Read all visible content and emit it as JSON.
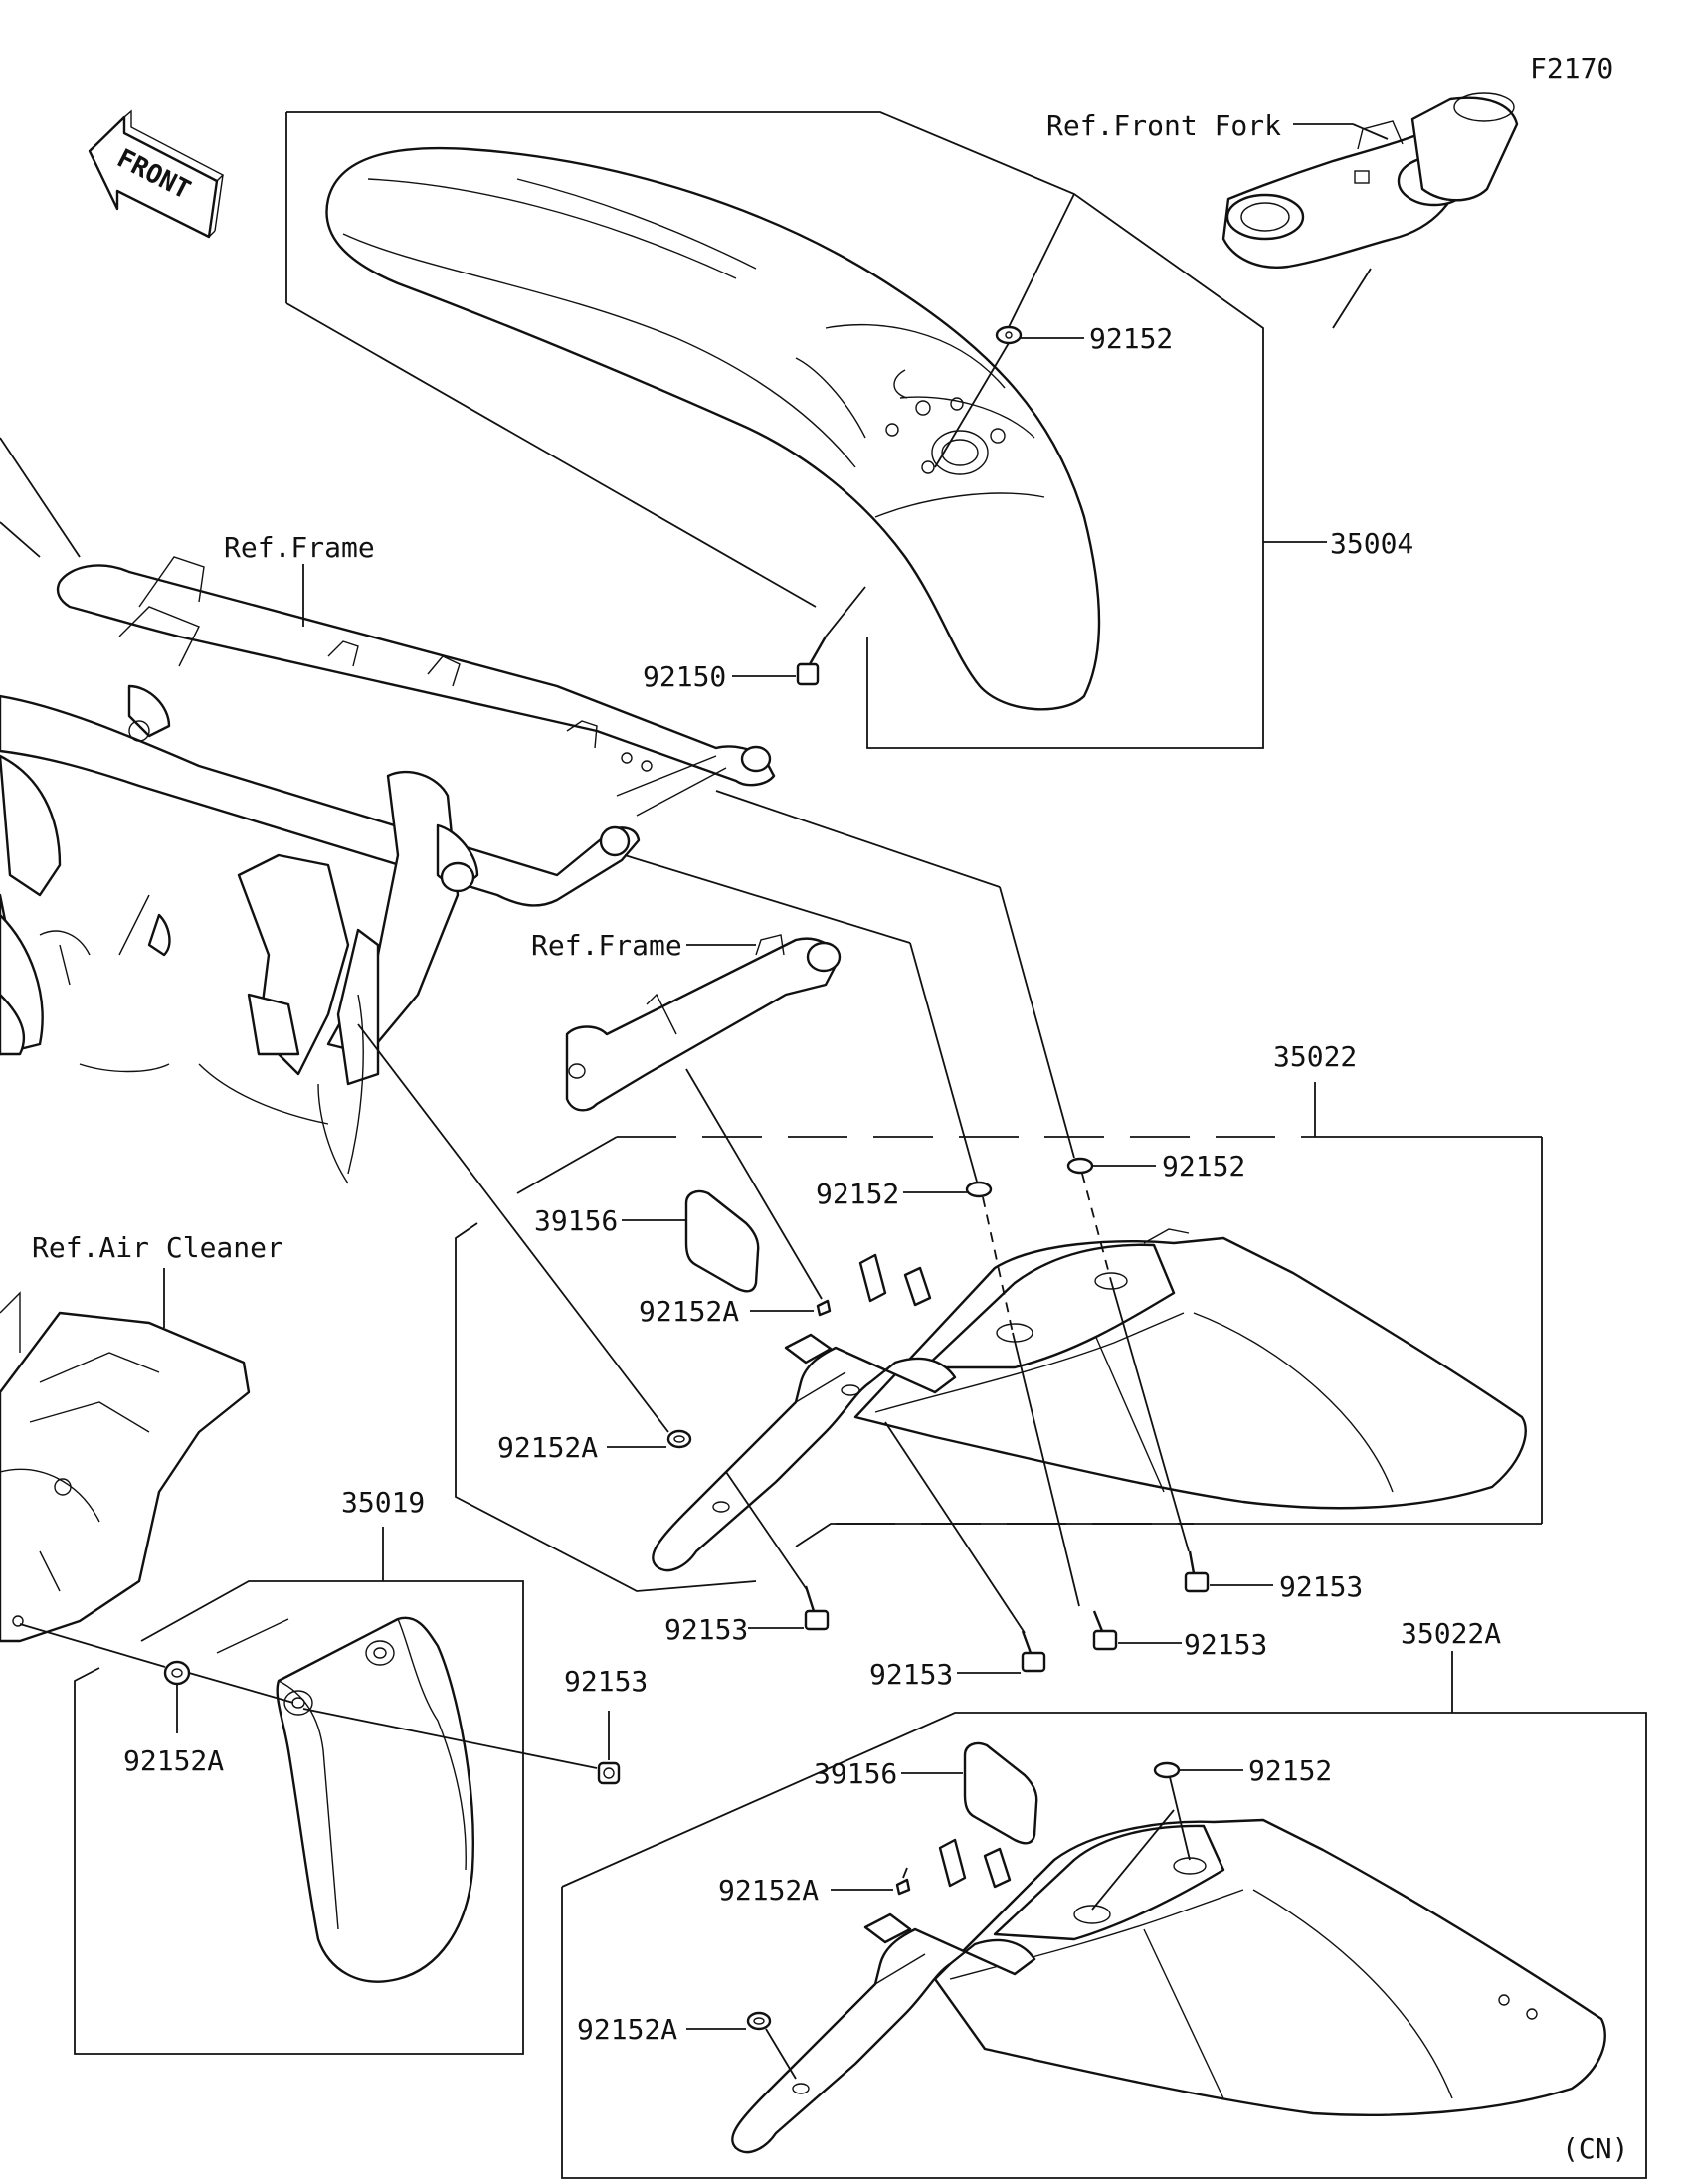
{
  "figure_code": "F2170",
  "front_arrow_text": "FRONT",
  "note": "(CN)",
  "references": {
    "front_fork": "Ref.Front Fork",
    "frame_upper": "Ref.Frame",
    "frame_bracket": "Ref.Frame",
    "air_cleaner": "Ref.Air Cleaner"
  },
  "callouts": {
    "c35004": "35004",
    "c92152_front": "92152",
    "c92150": "92150",
    "c35022": "35022",
    "c92152_a": "92152",
    "c92152_b": "92152",
    "c39156_a": "39156",
    "c92152A_a": "92152A",
    "c92152A_b": "92152A",
    "c92153_a": "92153",
    "c92153_b": "92153",
    "c92153_c": "92153",
    "c92153_d": "92153",
    "c35019": "35019",
    "c92153_e": "92153",
    "c92152A_c": "92152A",
    "c35022A": "35022A",
    "c39156_b": "39156",
    "c92152_c": "92152",
    "c92152A_d": "92152A",
    "c92152A_e": "92152A"
  },
  "colors": {
    "line": "#111111",
    "background": "#ffffff"
  }
}
